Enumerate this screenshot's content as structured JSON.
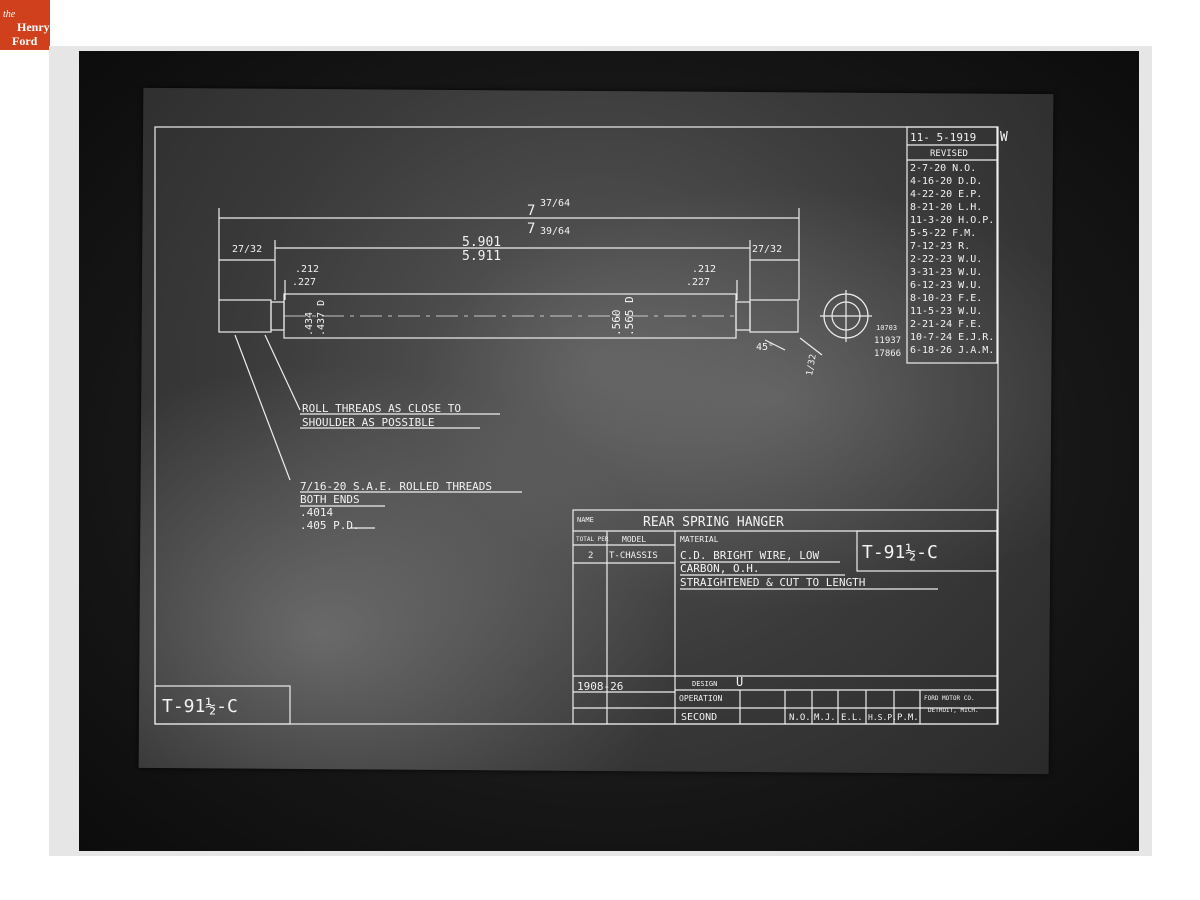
{
  "logo": {
    "the": "the",
    "henry": "Henry",
    "ford": "Ford"
  },
  "drawing": {
    "date": "11- 5-1919",
    "corner_mark": "W",
    "revised_label": "REVISED",
    "revisions": [
      "2-7-20 N.O.",
      "4-16-20 D.D.",
      "4-22-20 E.P.",
      "8-21-20 L.H.",
      "11-3-20 H.O.P.",
      "5-5-22 F.M.",
      "7-12-23 R.",
      "2-22-23 W.U.",
      "3-31-23 W.U.",
      "6-12-23 W.U.",
      "8-10-23 F.E.",
      "11-5-23 W.U.",
      "2-21-24 F.E.",
      "10-7-24 E.J.R.",
      "6-18-26 J.A.M."
    ],
    "revision_refs": [
      "10703",
      "11937",
      "17866"
    ],
    "dims": {
      "overall_whole": "7",
      "overall_frac1": "37/64",
      "overall_frac2": "39/64",
      "length_1": "5.901",
      "length_2": "5.911",
      "thread_len": "27/32",
      "shoulder_1": ".212",
      "shoulder_2": ".227",
      "dia_small_1": ".434",
      "dia_small_2": ".437 D",
      "dia_large_1": ".560",
      "dia_large_2": ".565 D",
      "angle": "45°",
      "chamfer": "1/32"
    },
    "notes": {
      "roll_1": "ROLL THREADS AS CLOSE TO",
      "roll_2": "SHOULDER AS POSSIBLE",
      "threads_1": "7/16-20 S.A.E. ROLLED THREADS",
      "threads_2": "BOTH ENDS",
      "pd_1": ".4014",
      "pd_2": ".405 P.D."
    },
    "title_block": {
      "name_label": "NAME",
      "name": "REAR SPRING HANGER",
      "total_label": "TOTAL PER",
      "model_label": "MODEL",
      "material_label": "MATERIAL",
      "total": "2",
      "model": "T-CHASSIS",
      "material_1": "C.D. BRIGHT WIRE, LOW",
      "material_2": "CARBON,            O.H.",
      "material_3": "STRAIGHTENED & CUT TO LENGTH",
      "part_no": "T-91½-C",
      "years": "1908-26",
      "design_label": "DESIGN",
      "design": "U",
      "operation_label": "OPERATION",
      "operation": "SECOND",
      "signatures": [
        "N.O.",
        "M.J.",
        "E.L.",
        "H.S.P.",
        "P.M."
      ],
      "company_1": "FORD MOTOR CO.",
      "company_2": "DETROIT, MICH."
    },
    "corner_part_no": "T-91½-C"
  }
}
